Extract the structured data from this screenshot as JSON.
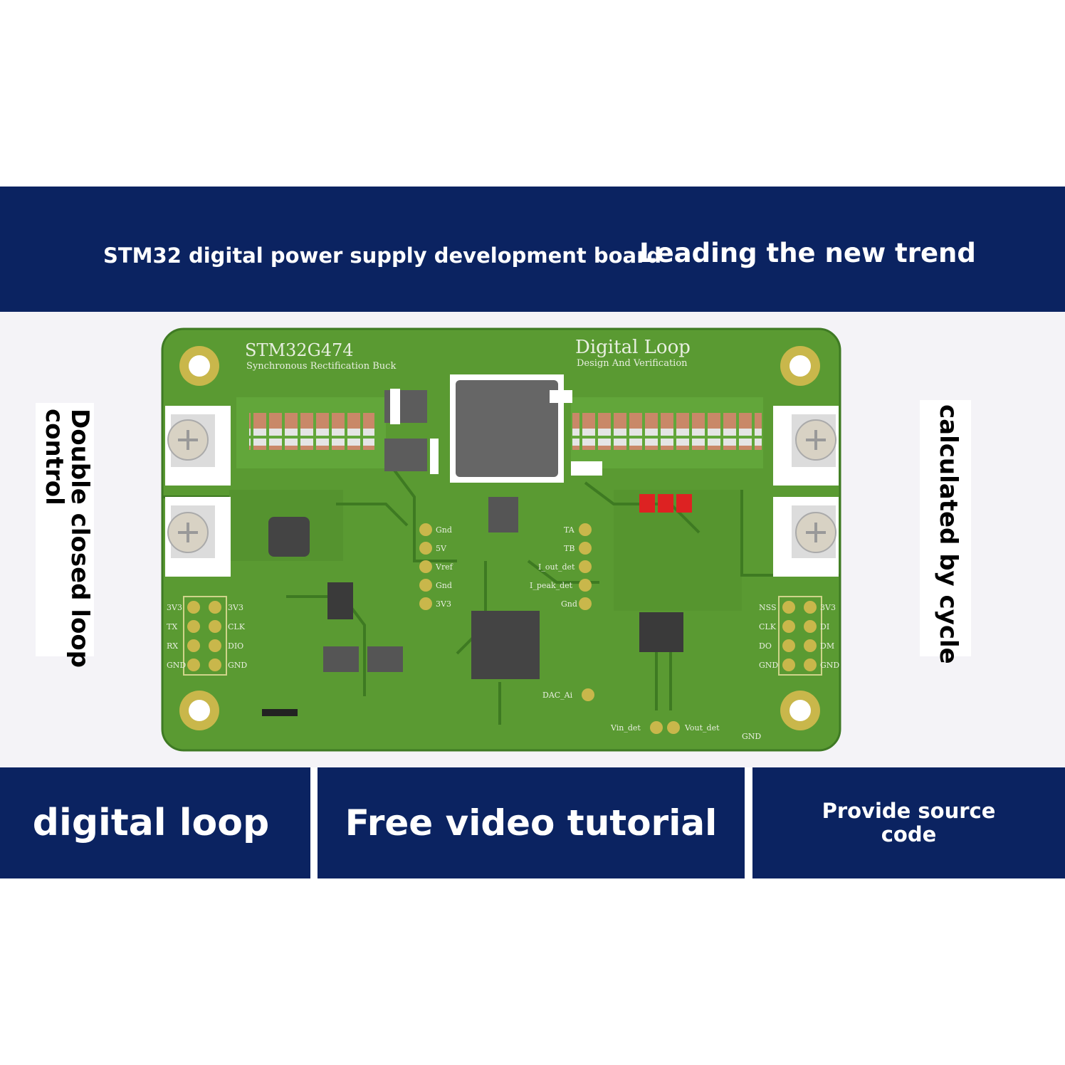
{
  "top_banner": {
    "left_text": "STM32 digital power supply development board",
    "right_text": "Leading the new trend"
  },
  "left_vertical": {
    "line1": "Double closed loop",
    "line2": "control"
  },
  "right_vertical": {
    "text": "calculated by cycle"
  },
  "pcb": {
    "chip_name": "STM32G474",
    "chip_subtitle": "Synchronous Rectification Buck",
    "loop_title": "Digital Loop",
    "loop_subtitle": "Design And Verification",
    "labels_left_header": [
      "3V3",
      "TX",
      "RX",
      "GND"
    ],
    "labels_left_header_r": [
      "3V3",
      "CLK",
      "DIO",
      "GND"
    ],
    "labels_right_header": [
      "NSS",
      "CLK",
      "DO",
      "GND"
    ],
    "labels_right_header_r": [
      "3V3",
      "DI",
      "DM",
      "GND"
    ],
    "pad_labels_left": [
      "Gnd",
      "5V",
      "Vref",
      "Gnd",
      "3V3"
    ],
    "pad_labels_right": [
      "TA",
      "TB",
      "I_out_det",
      "I_peak_det",
      "Gnd"
    ],
    "bottom_labels": [
      "DAC_Ai",
      "Vin_det",
      "Vout_det",
      "GND"
    ]
  },
  "bottom_boxes": [
    {
      "text": "digital loop"
    },
    {
      "text": "Free video tutorial"
    },
    {
      "text_line1": "Provide source",
      "text_line2": "code"
    }
  ],
  "colors": {
    "banner": "#0b2361",
    "pcb_green": "#5a9a32",
    "pcb_dark": "#3f7a24",
    "gold": "#c9b74b"
  }
}
